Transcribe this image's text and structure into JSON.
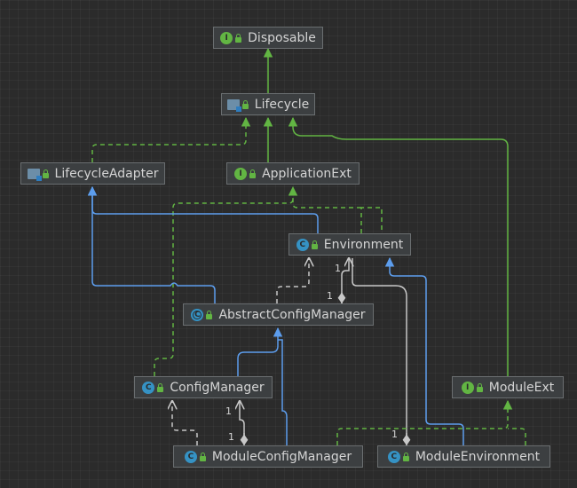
{
  "nodes": {
    "disposable": {
      "label": "Disposable",
      "kind": "interface",
      "icon": "interface-icon",
      "icon_letter": "I"
    },
    "lifecycle": {
      "label": "Lifecycle",
      "kind": "annotation-interface",
      "icon": "spi-interface-icon",
      "icon_letter": ""
    },
    "lifecycle_adapter": {
      "label": "LifecycleAdapter",
      "kind": "annotation-interface",
      "icon": "spi-interface-icon",
      "icon_letter": ""
    },
    "application_ext": {
      "label": "ApplicationExt",
      "kind": "interface",
      "icon": "interface-icon",
      "icon_letter": "I"
    },
    "environment": {
      "label": "Environment",
      "kind": "class",
      "icon": "class-icon",
      "icon_letter": "C"
    },
    "abstract_config_manager": {
      "label": "AbstractConfigManager",
      "kind": "abstract-class",
      "icon": "abstract-class-icon",
      "icon_letter": "C"
    },
    "config_manager": {
      "label": "ConfigManager",
      "kind": "class",
      "icon": "class-icon",
      "icon_letter": "C"
    },
    "module_ext": {
      "label": "ModuleExt",
      "kind": "interface",
      "icon": "interface-icon",
      "icon_letter": "I"
    },
    "module_config_manager": {
      "label": "ModuleConfigManager",
      "kind": "class",
      "icon": "class-icon",
      "icon_letter": "C"
    },
    "module_environment": {
      "label": "ModuleEnvironment",
      "kind": "class",
      "icon": "class-icon",
      "icon_letter": "C"
    }
  },
  "multiplicities": {
    "env_from_acm_a": "1",
    "env_from_acm_b": "1",
    "cm_from_mcm_a": "1",
    "cm_from_mcm_b": "1",
    "env_from_me": "1"
  },
  "colors": {
    "background": "#2b2b2b",
    "node_fill": "#3c3f41",
    "node_border": "#6a6e70",
    "text": "#d4d4d4",
    "interface_inheritance": "#62b543",
    "class_inheritance": "#5c9ded",
    "dependency": "#c8c8c8",
    "implementation_dashed": "#62b543"
  }
}
